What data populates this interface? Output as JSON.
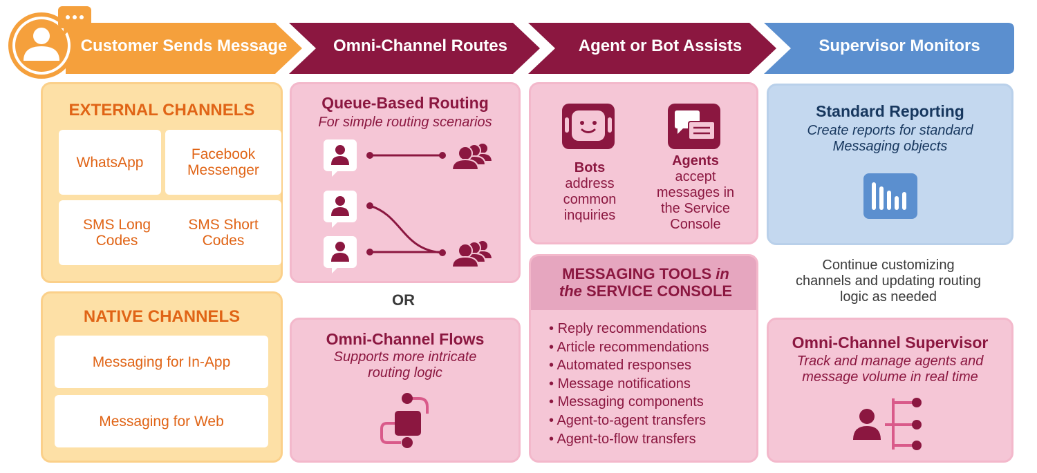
{
  "header": {
    "steps": [
      {
        "label": "Customer Sends Message",
        "color": "#f5a03c"
      },
      {
        "label": "Omni-Channel Routes",
        "color": "#8b1740"
      },
      {
        "label": "Agent or Bot Assists",
        "color": "#8b1740"
      },
      {
        "label": "Supervisor Monitors",
        "color": "#5b8fcf"
      }
    ],
    "customer_icon": "user-chat-icon"
  },
  "external_channels": {
    "title": "EXTERNAL CHANNELS",
    "items": [
      "WhatsApp",
      "Facebook Messenger",
      "SMS Long Codes",
      "SMS Short Codes"
    ]
  },
  "native_channels": {
    "title": "NATIVE CHANNELS",
    "items": [
      "Messaging for In-App",
      "Messaging for Web"
    ]
  },
  "queue_routing": {
    "title": "Queue-Based Routing",
    "subtitle": "For simple routing scenarios"
  },
  "or_label": "OR",
  "omni_flows": {
    "title": "Omni-Channel Flows",
    "subtitle": "Supports more intricate routing logic"
  },
  "assist": {
    "bots_title": "Bots",
    "bots_text": "address common inquiries",
    "agents_title": "Agents",
    "agents_text": "accept messages in the Service Console"
  },
  "tools": {
    "header_part1": "MESSAGING TOOLS",
    "header_part2": "in",
    "header_part3": "the",
    "header_part4": "SERVICE CONSOLE",
    "items": [
      "Reply recommendations",
      "Article recommendations",
      "Automated responses",
      "Message notifications",
      "Messaging components",
      "Agent-to-agent transfers",
      "Agent-to-flow transfers"
    ]
  },
  "reporting": {
    "title": "Standard Reporting",
    "subtitle": "Create reports for standard Messaging objects"
  },
  "continue_text": "Continue customizing channels and updating routing logic as needed",
  "supervisor": {
    "title": "Omni-Channel Supervisor",
    "subtitle": "Track and manage agents and message volume in real time"
  },
  "colors": {
    "orange": "#f5a03c",
    "maroon": "#8b1740",
    "blue": "#5b8fcf",
    "pink_panel": "#f5c6d6",
    "orange_panel": "#fde0a6",
    "blue_panel": "#c4d8ef"
  }
}
